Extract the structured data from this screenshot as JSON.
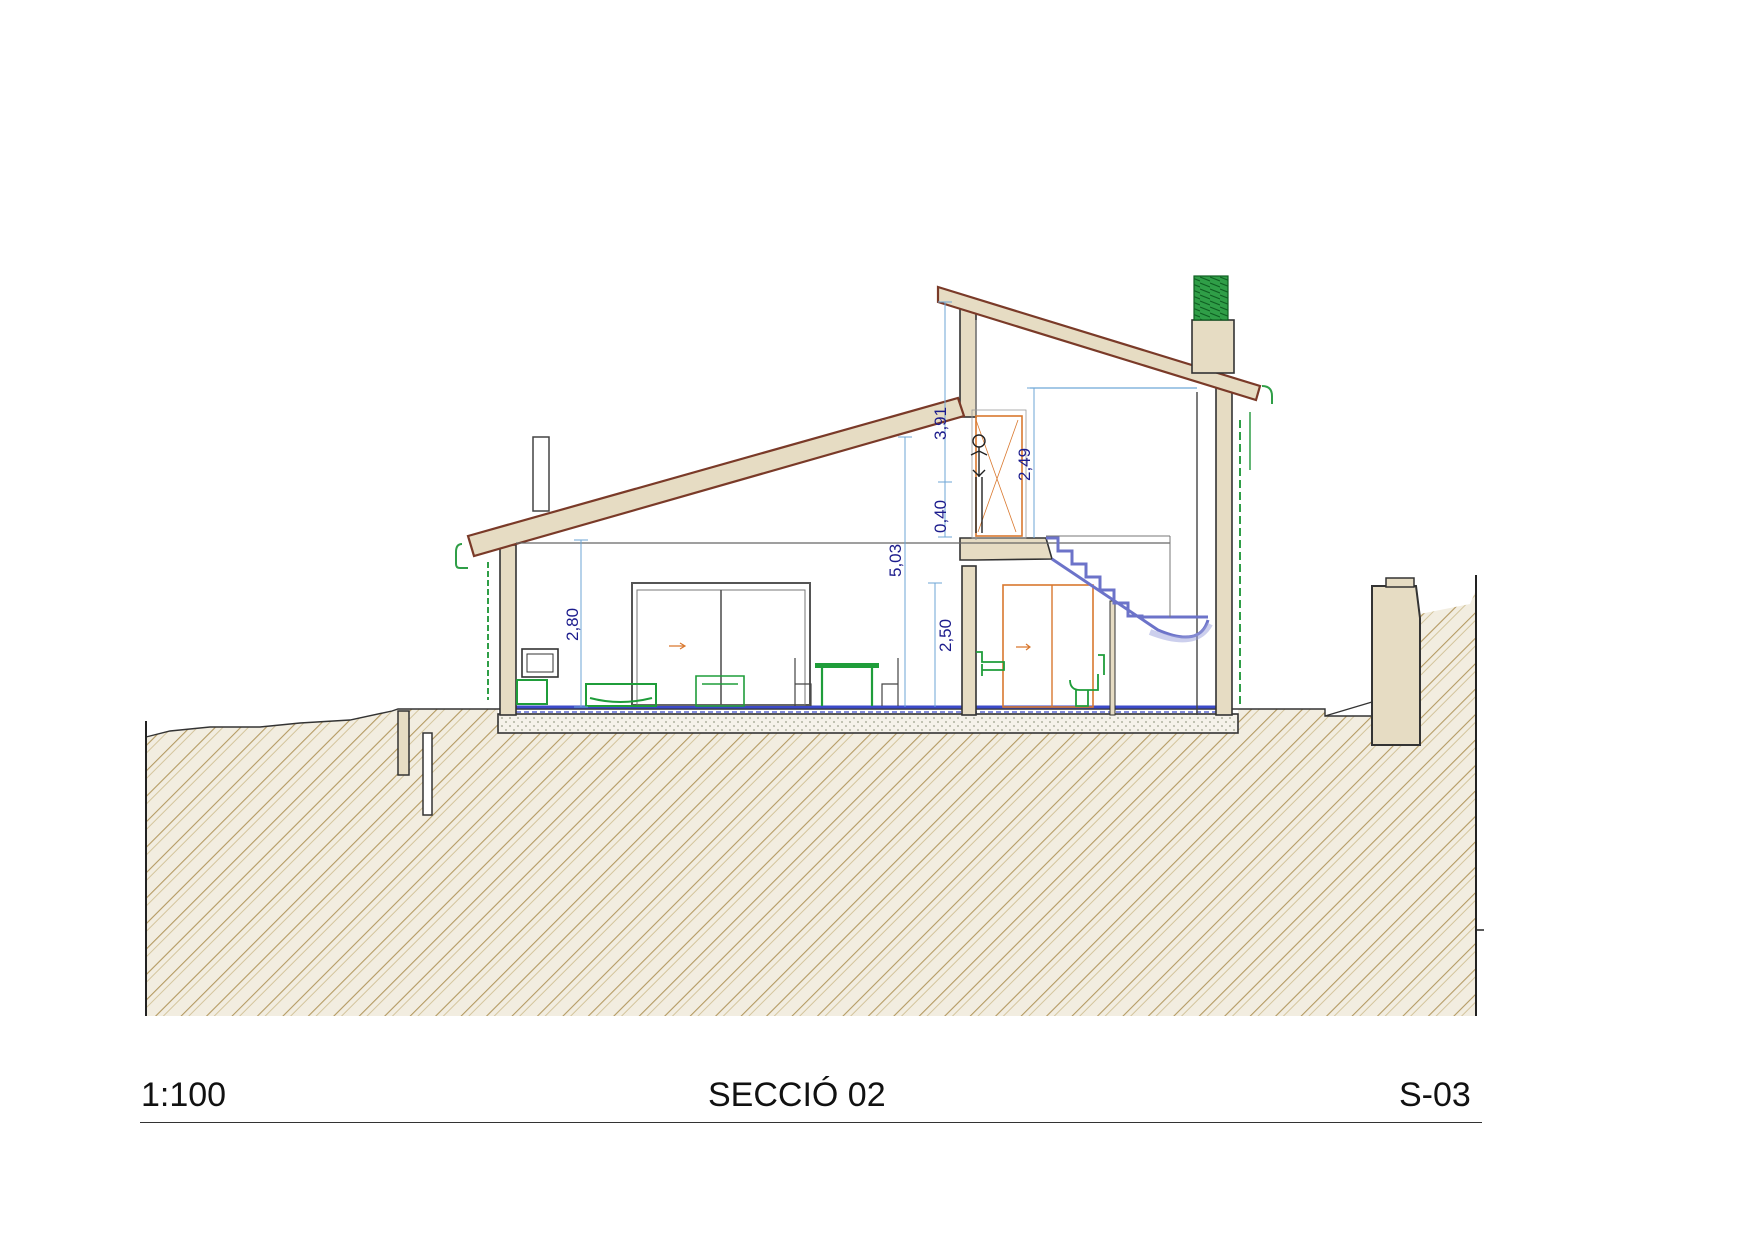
{
  "drawing": {
    "scale": "1:100",
    "title": "SECCIÓ 02",
    "sheet_number": "S-03"
  },
  "dimensions": {
    "ground_floor_living": "2,80",
    "total_height": "5,03",
    "ground_floor_service": "2,50",
    "railing": "0,40",
    "upper_height": "3,91",
    "upper_room": "2,49"
  },
  "colors": {
    "earth_fill": "#f2ede0",
    "earth_hatch": "#b49a62",
    "wall_fill": "#e6dcc3",
    "roof_edge": "#7a3a28",
    "furniture": "#1f9d3a",
    "doors": "#d9782e",
    "stair": "#6c73c9",
    "dimension": "#1b1b8c"
  }
}
